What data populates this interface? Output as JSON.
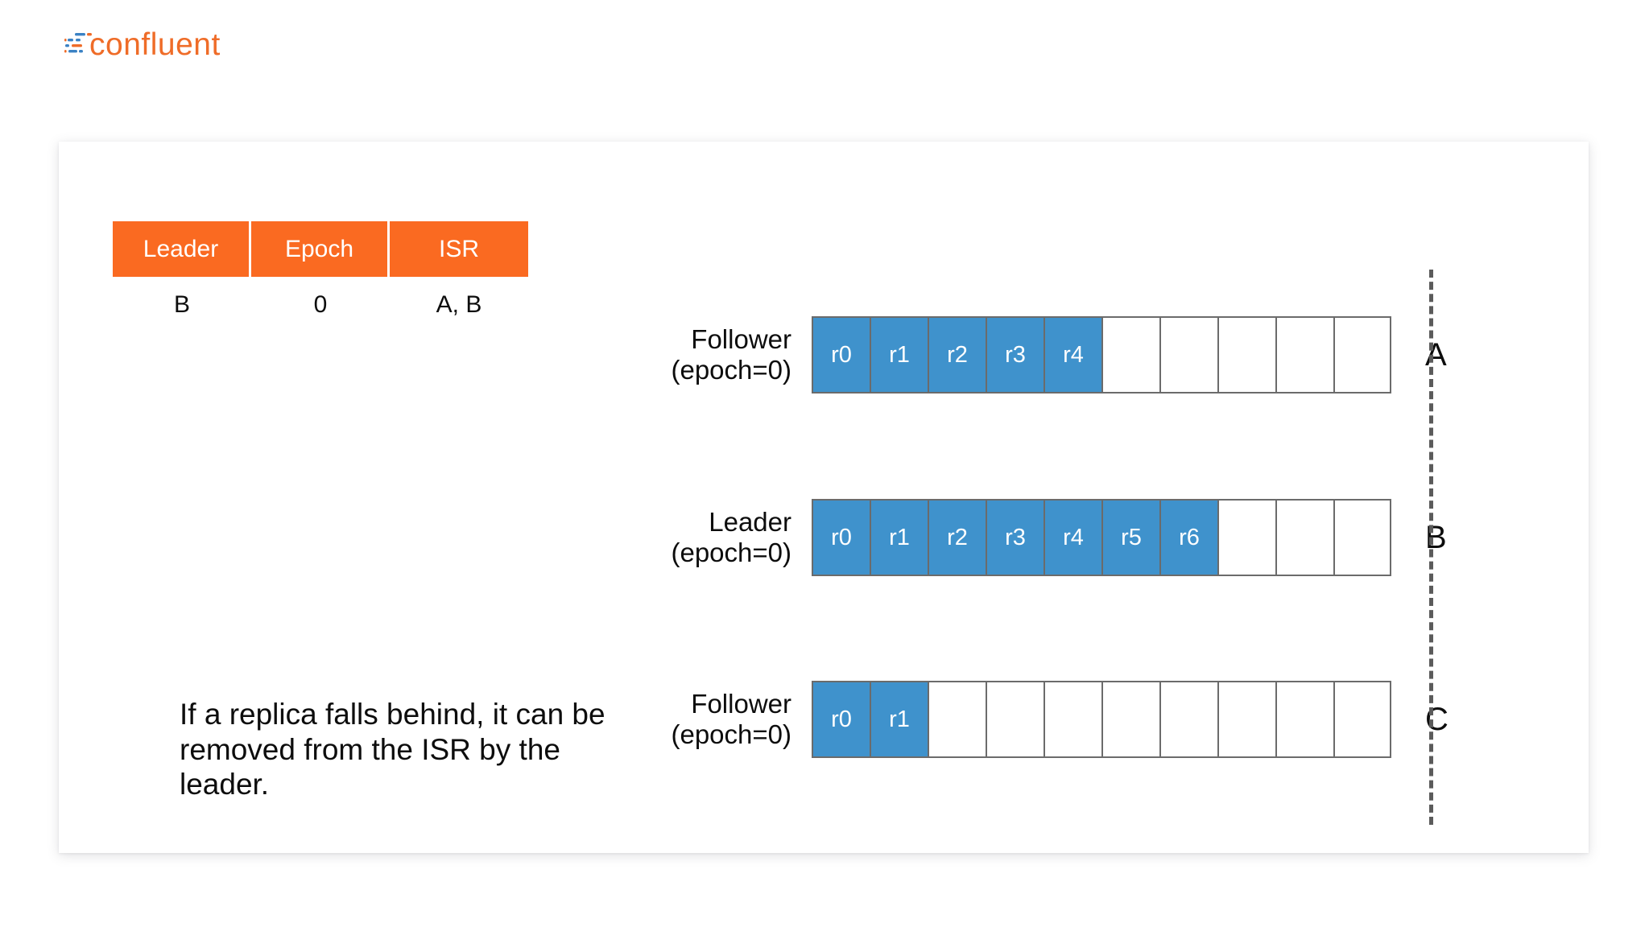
{
  "brand": {
    "name": "confluent",
    "mark_icon": "confluent-logo-icon",
    "accent_orange": "#ef6c28",
    "accent_blue": "#3b82c4"
  },
  "slide": {
    "caption": "If a replica falls behind, it can be removed from the ISR by the leader."
  },
  "partition_state": {
    "columns": [
      "Leader",
      "Epoch",
      "ISR"
    ],
    "values": [
      "B",
      "0",
      "A, B"
    ],
    "header_bg": "#fa6a21",
    "header_fg": "#ffffff"
  },
  "diagram": {
    "cell_filled_color": "#3f92cc",
    "cell_border_color": "#6b6b6b",
    "high_watermark_marker": "dashed-vertical-line",
    "total_slots": 10,
    "rows": [
      {
        "role": "Follower",
        "epoch": "(epoch=0)",
        "replica": "A",
        "records": [
          "r0",
          "r1",
          "r2",
          "r3",
          "r4"
        ],
        "filled_count": 5
      },
      {
        "role": "Leader",
        "epoch": "(epoch=0)",
        "replica": "B",
        "records": [
          "r0",
          "r1",
          "r2",
          "r3",
          "r4",
          "r5",
          "r6"
        ],
        "filled_count": 7
      },
      {
        "role": "Follower",
        "epoch": "(epoch=0)",
        "replica": "C",
        "records": [
          "r0",
          "r1"
        ],
        "filled_count": 2
      }
    ]
  }
}
